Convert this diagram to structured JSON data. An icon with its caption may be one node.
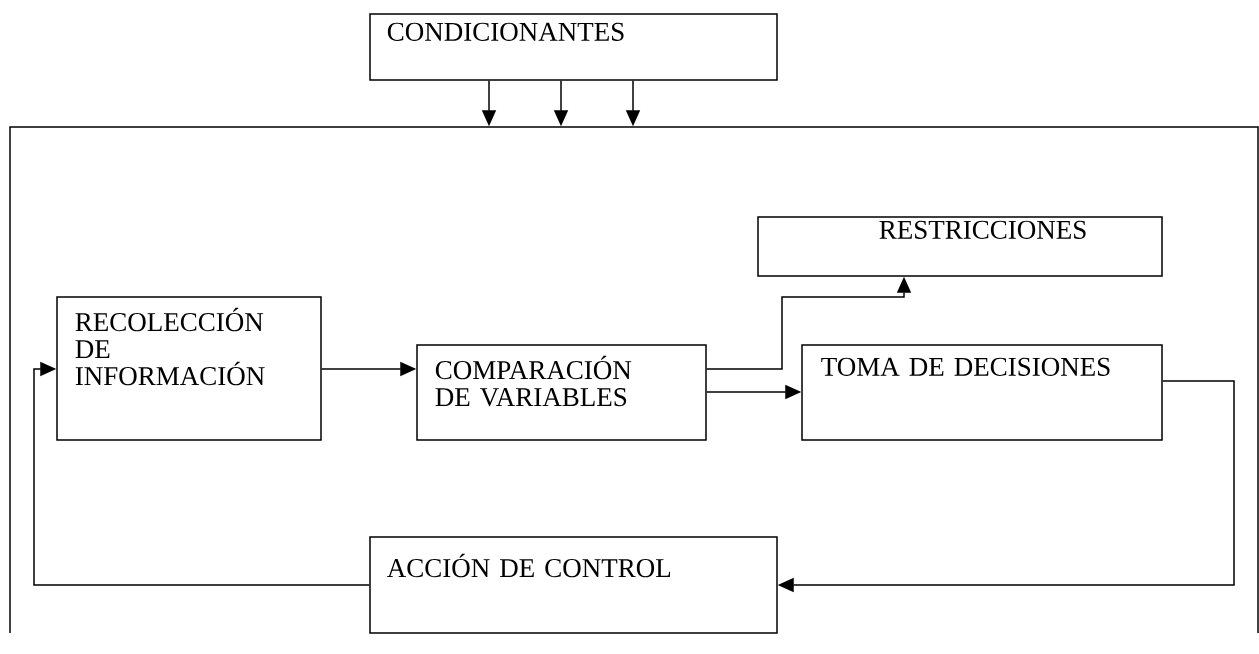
{
  "diagram": {
    "nodes": [
      {
        "text": [
          "CONDICIONANTES"
        ]
      },
      {
        "text": [],
        "shape": "box"
      },
      {
        "text": [
          "RESTRICCIONES"
        ],
        "in": 1
      },
      {
        "text": [
          "RECOLECCIÓN DE INFORMACIÓN"
        ],
        "in": 1
      },
      {
        "text": [
          "COMPARACIÓN DE VARIABLES"
        ],
        "in": 1
      },
      {
        "text": [
          "TOMA DE DECISIONES"
        ],
        "in": 1
      },
      {
        "text": [
          "ACCIÓN DE CONTROL"
        ],
        "in": 1
      }
    ],
    "edges": [
      {
        "from": 0,
        "to": 1,
        "arrow": "to"
      },
      {
        "from": 0,
        "to": 1,
        "arrow": "to"
      },
      {
        "from": 0,
        "to": 1,
        "arrow": "to"
      },
      {
        "from": 3,
        "to": 4,
        "arrow": "to"
      },
      {
        "from": 4,
        "to": 2,
        "arrow": "to"
      },
      {
        "from": 4,
        "to": 5,
        "arrow": "to"
      },
      {
        "from": 5,
        "to": 6,
        "arrow": "to"
      },
      {
        "from": 6,
        "to": 3,
        "arrow": "to"
      }
    ]
  }
}
